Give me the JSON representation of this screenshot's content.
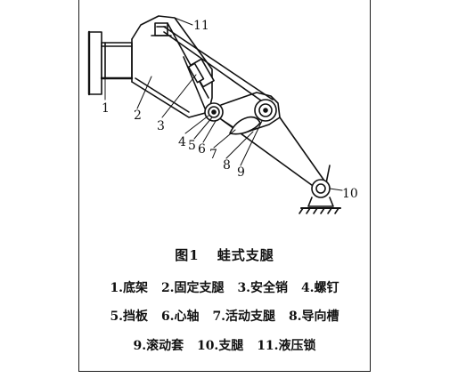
{
  "figure": {
    "label": "图1",
    "name": "蛙式支腿"
  },
  "callouts": [
    "1",
    "2",
    "3",
    "4",
    "5",
    "6",
    "7",
    "8",
    "9",
    "10",
    "11"
  ],
  "legend": {
    "row1": [
      "1.底架",
      "2.固定支腿",
      "3.安全销",
      "4.螺钉"
    ],
    "row2": [
      "5.挡板",
      "6.心轴",
      "7.活动支腿",
      "8.导向槽"
    ],
    "row3": [
      "9.滚动套",
      "10.支腿",
      "11.液压锁"
    ]
  }
}
